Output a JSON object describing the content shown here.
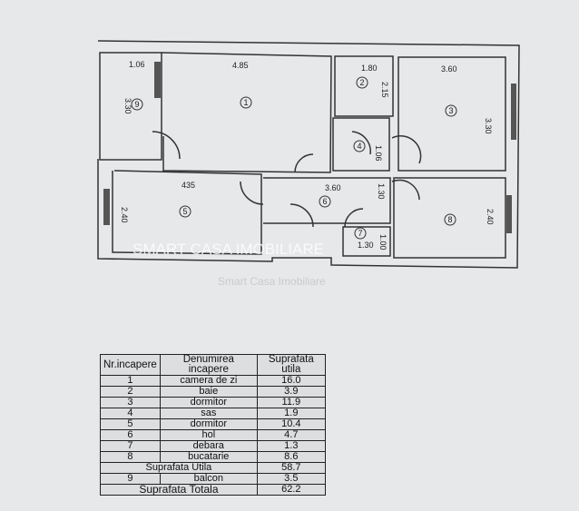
{
  "plan": {
    "dimensions": {
      "r9_w": "1.06",
      "r9_h": "3.30",
      "r1_w": "4.85",
      "r2_w": "1.80",
      "r2_h": "2.15",
      "r3_w": "3.60",
      "r3_h": "3.30",
      "r4_h": "1.06",
      "r5_w": "435",
      "r5_h": "2.40",
      "r6_w": "3.60",
      "r6_h": "1.30",
      "r7_w": "1.30",
      "r7_h": "1.00",
      "r8_h": "2.40"
    },
    "room_numbers": [
      "1",
      "2",
      "3",
      "4",
      "5",
      "6",
      "7",
      "8",
      "9"
    ],
    "watermark": "SMART CASA IMOBILIARE",
    "watermark_sub": "Smart Casa Imobiliare"
  },
  "table": {
    "headers": [
      "Nr.incapere",
      "Denumirea incapere",
      "Suprafata utila"
    ],
    "rows": [
      [
        "1",
        "camera de zi",
        "16.0"
      ],
      [
        "2",
        "baie",
        "3.9"
      ],
      [
        "3",
        "dormitor",
        "11.9"
      ],
      [
        "4",
        "sas",
        "1.9"
      ],
      [
        "5",
        "dormitor",
        "10.4"
      ],
      [
        "6",
        "hol",
        "4.7"
      ],
      [
        "7",
        "debara",
        "1.3"
      ],
      [
        "8",
        "bucatarie",
        "8.6"
      ]
    ],
    "subtotal_label": "Suprafata Utila",
    "subtotal_value": "58.7",
    "balcony": [
      "9",
      "balcon",
      "3.5"
    ],
    "total_label": "Suprafata Totala",
    "total_value": "62.2"
  }
}
